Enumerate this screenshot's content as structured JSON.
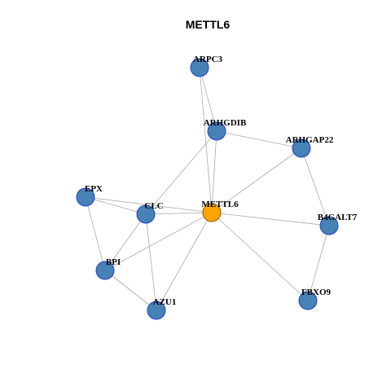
{
  "title": "METTL6",
  "nodes": [
    {
      "id": "METTL6",
      "label": "METTL6",
      "hub": true
    },
    {
      "id": "ARPC3",
      "label": "ARPC3"
    },
    {
      "id": "ARHGDIB",
      "label": "ARHGDIB"
    },
    {
      "id": "ARHGAP22",
      "label": "ARHGAP22"
    },
    {
      "id": "EPX",
      "label": "EPX"
    },
    {
      "id": "CLC",
      "label": "CLC"
    },
    {
      "id": "B4GALT7",
      "label": "B4GALT7"
    },
    {
      "id": "BPI",
      "label": "BPI"
    },
    {
      "id": "AZU1",
      "label": "AZU1"
    },
    {
      "id": "FBXO9",
      "label": "FBXO9"
    }
  ],
  "edges": [
    [
      "ARPC3",
      "ARHGDIB"
    ],
    [
      "ARPC3",
      "METTL6"
    ],
    [
      "ARHGDIB",
      "ARHGAP22"
    ],
    [
      "ARHGDIB",
      "METTL6"
    ],
    [
      "ARHGDIB",
      "CLC"
    ],
    [
      "ARHGAP22",
      "METTL6"
    ],
    [
      "ARHGAP22",
      "B4GALT7"
    ],
    [
      "EPX",
      "CLC"
    ],
    [
      "EPX",
      "METTL6"
    ],
    [
      "EPX",
      "BPI"
    ],
    [
      "CLC",
      "METTL6"
    ],
    [
      "CLC",
      "BPI"
    ],
    [
      "CLC",
      "AZU1"
    ],
    [
      "METTL6",
      "B4GALT7"
    ],
    [
      "METTL6",
      "FBXO9"
    ],
    [
      "METTL6",
      "BPI"
    ],
    [
      "METTL6",
      "AZU1"
    ],
    [
      "BPI",
      "AZU1"
    ],
    [
      "B4GALT7",
      "FBXO9"
    ]
  ],
  "colors": {
    "hub_fill": "#FFA500",
    "node_fill": "#4682B4",
    "node_stroke": "#1f3fd6",
    "edge": "#aaaaaa"
  }
}
